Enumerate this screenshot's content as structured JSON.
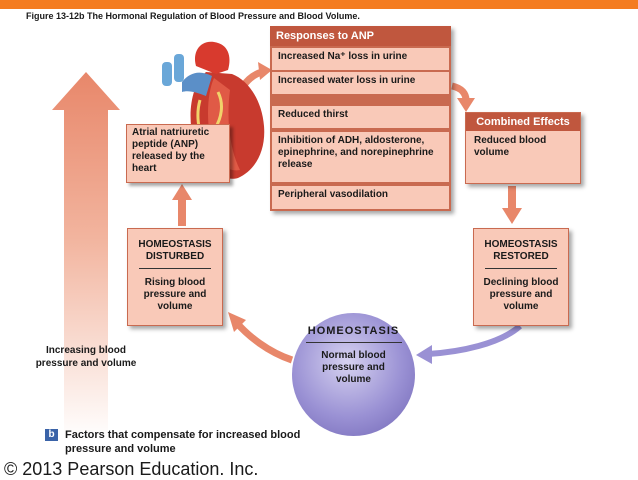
{
  "figure_title": "Figure 13-12b  The Hormonal Regulation of Blood Pressure and Blood Volume.",
  "anp_responses": {
    "header": "Responses to ANP",
    "items": [
      "Increased Na⁺ loss in urine",
      "Increased water loss in urine",
      "Reduced thirst",
      "Inhibition of ADH, aldosterone, epinephrine, and norepinephrine release",
      "Peripheral vasodilation"
    ]
  },
  "heart_box": "Atrial natriuretic peptide (ANP) released by the heart",
  "combined_effects": {
    "header": "Combined Effects",
    "text": "Reduced blood volume"
  },
  "disturbed": {
    "title": "HOMEOSTASIS DISTURBED",
    "text": "Rising blood pressure and volume"
  },
  "restored": {
    "title": "HOMEOSTASIS RESTORED",
    "text": "Declining blood pressure and volume"
  },
  "homeostasis": {
    "title": "HOMEOSTASIS",
    "text": "Normal blood pressure and volume"
  },
  "increasing_label": "Increasing blood pressure and volume",
  "panel_badge": "b",
  "factors_text": "Factors that compensate for increased blood pressure and volume",
  "copyright": "© 2013 Pearson Education. Inc.",
  "colors": {
    "accent_orange": "#f47c20",
    "box_fill": "#f9c9b8",
    "box_header": "#c0573e",
    "arrow": "#e8876a",
    "homeostasis": "#8f86cf"
  }
}
